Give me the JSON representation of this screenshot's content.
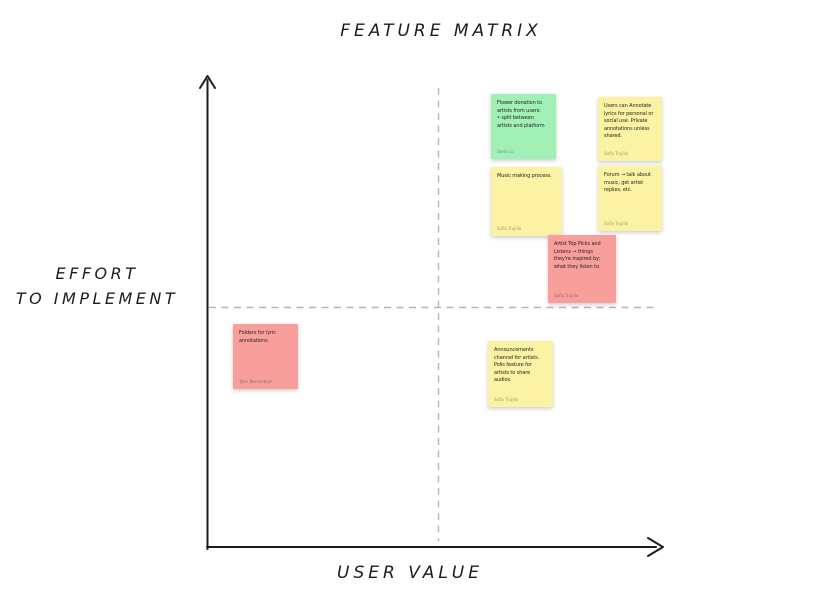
{
  "board": {
    "title": "FEATURE MATRIX",
    "x_axis_label": "USER VALUE",
    "y_axis_label_line1": "EFFORT",
    "y_axis_label_line2": "TO IMPLEMENT"
  },
  "palette": {
    "note_green": "#a1f0b6",
    "note_yellow": "#fbf2a3",
    "note_red": "#f89f9b",
    "axis_color": "#1c1c1c",
    "dashed_divider_color": "#b5b5b5",
    "background": "#ffffff"
  },
  "notes": [
    {
      "color": "green",
      "text": "Flower donation to artists from users:\n•  split between artists and platform",
      "author": "Delia Lu"
    },
    {
      "color": "yellow",
      "text": "Users can Annotate lyrics for personal or social use. Private annotations unless shared.",
      "author": "Sofia Trujillo"
    },
    {
      "color": "yellow",
      "text": "Music making process.",
      "author": "Sofia Trujillo"
    },
    {
      "color": "yellow",
      "text": "Forum → talk about music, get artist replies, etc.",
      "author": "Sofia Trujillo"
    },
    {
      "color": "red",
      "text": "Artist Top Picks and Listens → things they're inspired by; what they listen to",
      "author": "Sofia Trujillo"
    },
    {
      "color": "red",
      "text": "Folders for lyric annotations",
      "author": "Tyler Bernshteyn"
    },
    {
      "color": "yellow",
      "text": "Announcements channel for artists. Polls feature for artists to share audios.",
      "author": "Sofia Trujillo"
    }
  ]
}
